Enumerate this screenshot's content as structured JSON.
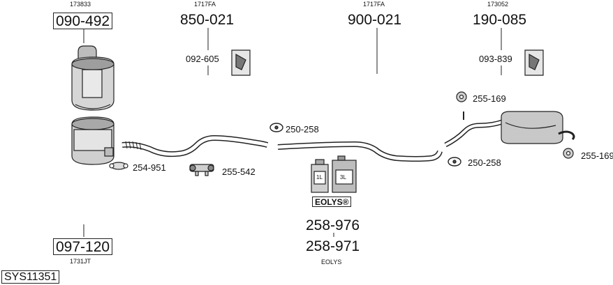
{
  "system_id": "SYS11351",
  "brand_label": "EOLYS®",
  "bottle_labels": [
    "1L",
    "3L"
  ],
  "groups": {
    "cat": {
      "ref": "173833",
      "part": "090-492",
      "bracket_part": "254-951"
    },
    "dpf": {
      "ref": "1731JT",
      "part": "097-120"
    },
    "front_pipe": {
      "ref": "1717FA",
      "part": "850-021",
      "mount_part": "092-605",
      "clamp_part": "255-542"
    },
    "middle_pipe": {
      "ref": "1717FA",
      "part": "900-021",
      "clamp_part": "250-258"
    },
    "rear_silencer": {
      "ref": "173052",
      "part": "190-085",
      "mount_part": "093-839",
      "clamp_part_a": "255-169",
      "clamp_part_b": "250-258",
      "clamp_part_c": "255-169"
    },
    "additive": {
      "ref": "EOLYS",
      "part_a": "258-976",
      "part_b": "258-971"
    }
  }
}
